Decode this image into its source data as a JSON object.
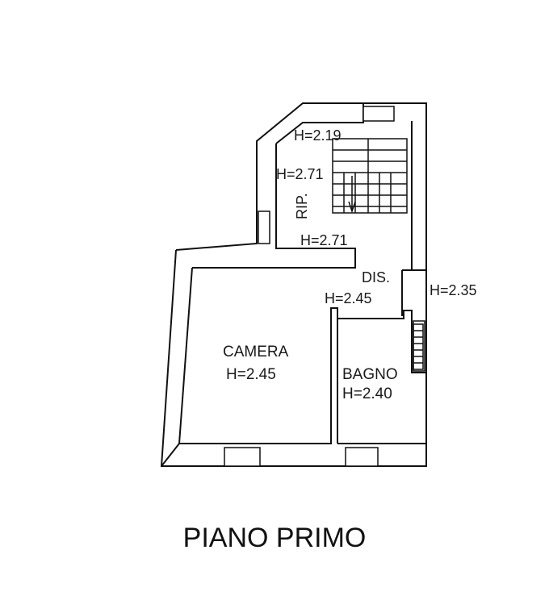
{
  "plan": {
    "title": "PIANO PRIMO",
    "wall_color": "#111111",
    "rooms": {
      "camera": {
        "name": "CAMERA",
        "height": "H=2.45"
      },
      "bagno": {
        "name": "BAGNO",
        "height": "H=2.40"
      },
      "dis": {
        "name": "DIS.",
        "height": "H=2.45"
      },
      "rip": {
        "name": "RIP."
      }
    },
    "heights": {
      "stair_top": "H=2.19",
      "stair_mid": "H=2.71",
      "landing": "H=2.71",
      "outer_right": "H=2.35"
    }
  }
}
